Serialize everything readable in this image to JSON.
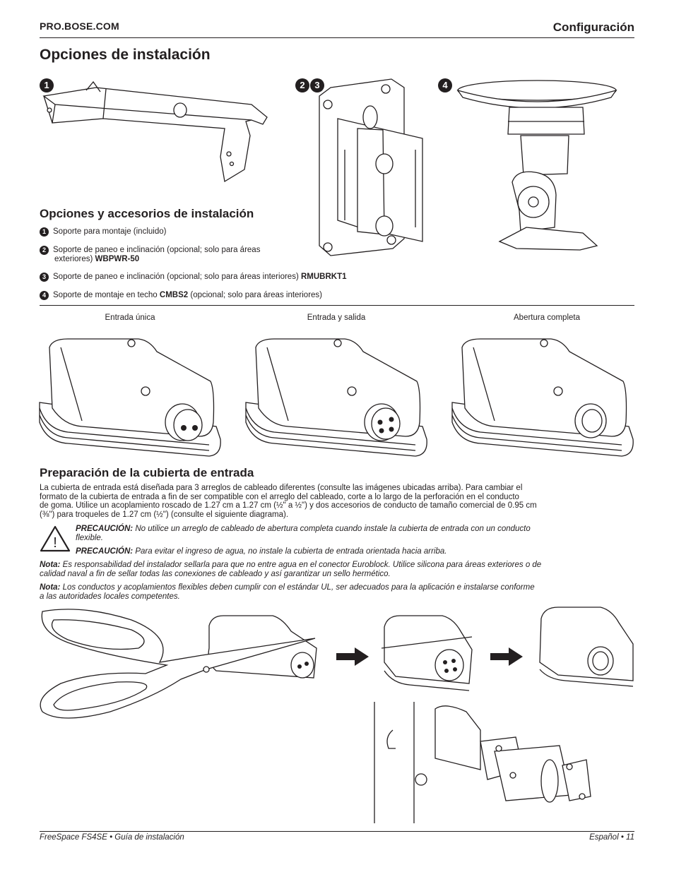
{
  "header": {
    "site": "PRO.BOSE.COM",
    "section": "Configuración"
  },
  "page_title": "Opciones de instalación",
  "figure_badges": {
    "b1": "1",
    "b2": "2",
    "b3": "3",
    "b4": "4"
  },
  "accessories": {
    "heading": "Opciones y accesorios de instalación",
    "items": [
      {
        "num": "1",
        "text": "Soporte para montaje (incluido)",
        "model": ""
      },
      {
        "num": "2",
        "text": "Soporte de paneo e inclinación (opcional; solo para áreas",
        "text2": "exteriores)",
        "model": "WBPWR-50"
      },
      {
        "num": "3",
        "text": "Soporte de paneo e inclinación (opcional; solo para áreas interiores)",
        "model": "RMUBRKT1"
      },
      {
        "num": "4",
        "text": "Soporte de montaje en techo",
        "model": "CMBS2",
        "suffix": "(opcional; solo para áreas interiores)"
      }
    ]
  },
  "cover_options": {
    "single": "Entrada única",
    "in_out": "Entrada y salida",
    "full": "Abertura completa"
  },
  "prep": {
    "heading": "Preparación de la cubierta de entrada",
    "body": [
      "La cubierta de entrada está diseñada para 3 arreglos de cableado diferentes (consulte las imágenes ubicadas arriba). Para cambiar el",
      "formato de la cubierta de entrada a fin de ser compatible con el arreglo del cableado, corte a lo largo de la perforación en el conducto",
      "de goma. Utilice un acoplamiento roscado de 1.27 cm a 1.27 cm (½\" a ½\") y dos accesorios de conducto de tamaño comercial de 0.95 cm",
      "(⅜\") para troqueles de 1.27 cm (½\") (consulte el siguiente diagrama)."
    ],
    "caution_label": "PRECAUCIÓN:",
    "caution1": [
      " No utilice un arreglo de cableado de abertura completa cuando instale la cubierta de entrada con un conducto",
      "flexible."
    ],
    "caution2": " Para evitar el ingreso de agua, no instale la cubierta de entrada orientada hacia arriba.",
    "warning_symbol": "!",
    "note_label": "Nota:",
    "note1": [
      " Es responsabilidad del instalador sellarla para que no entre agua en el conector Euroblock. Utilice silicona para áreas exteriores o de",
      "calidad naval a fin de sellar todas las conexiones de cableado y así garantizar un sello hermético."
    ],
    "note2": [
      " Los conductos y acoplamientos flexibles deben cumplir con el estándar UL, ser adecuados para la aplicación e instalarse conforme",
      "a las autoridades locales competentes."
    ]
  },
  "footer": {
    "left": "FreeSpace FS4SE • Guía de instalación",
    "right": "Español • 11"
  },
  "icons": [
    "scissors-icon",
    "arrow-right-icon",
    "warning-triangle-icon"
  ]
}
